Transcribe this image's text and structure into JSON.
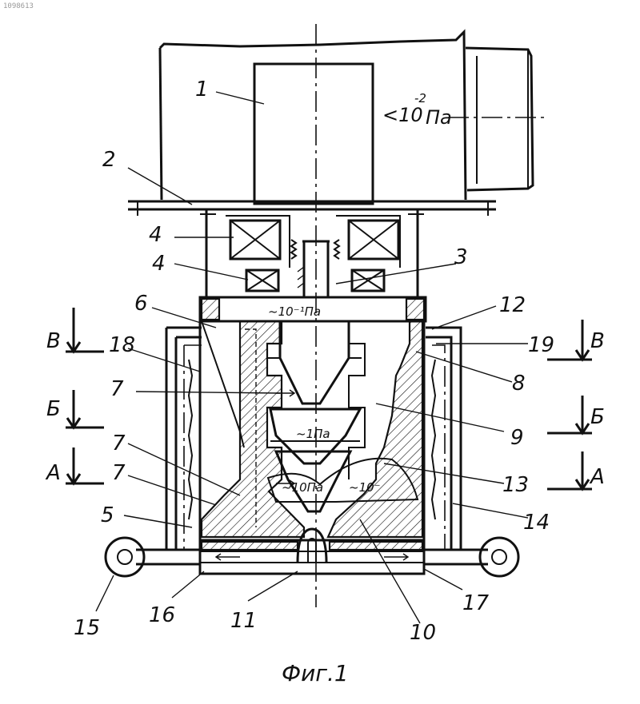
{
  "doc_id": "1098613",
  "caption": "Фиг.1",
  "pressures": {
    "exponent": "-2",
    "label_1": "<10",
    "unit_1": "Па",
    "label_2": "~10⁻¹Па",
    "label_3": "~1Па",
    "label_4": "~10Па",
    "label_5": "~10⁻"
  },
  "sections": [
    "В",
    "Б",
    "А"
  ],
  "parts": [
    "1",
    "2",
    "3",
    "4",
    "4",
    "5",
    "6",
    "7",
    "7",
    "7",
    "8",
    "9",
    "10",
    "11",
    "12",
    "13",
    "14",
    "15",
    "16",
    "17",
    "18",
    "19"
  ]
}
